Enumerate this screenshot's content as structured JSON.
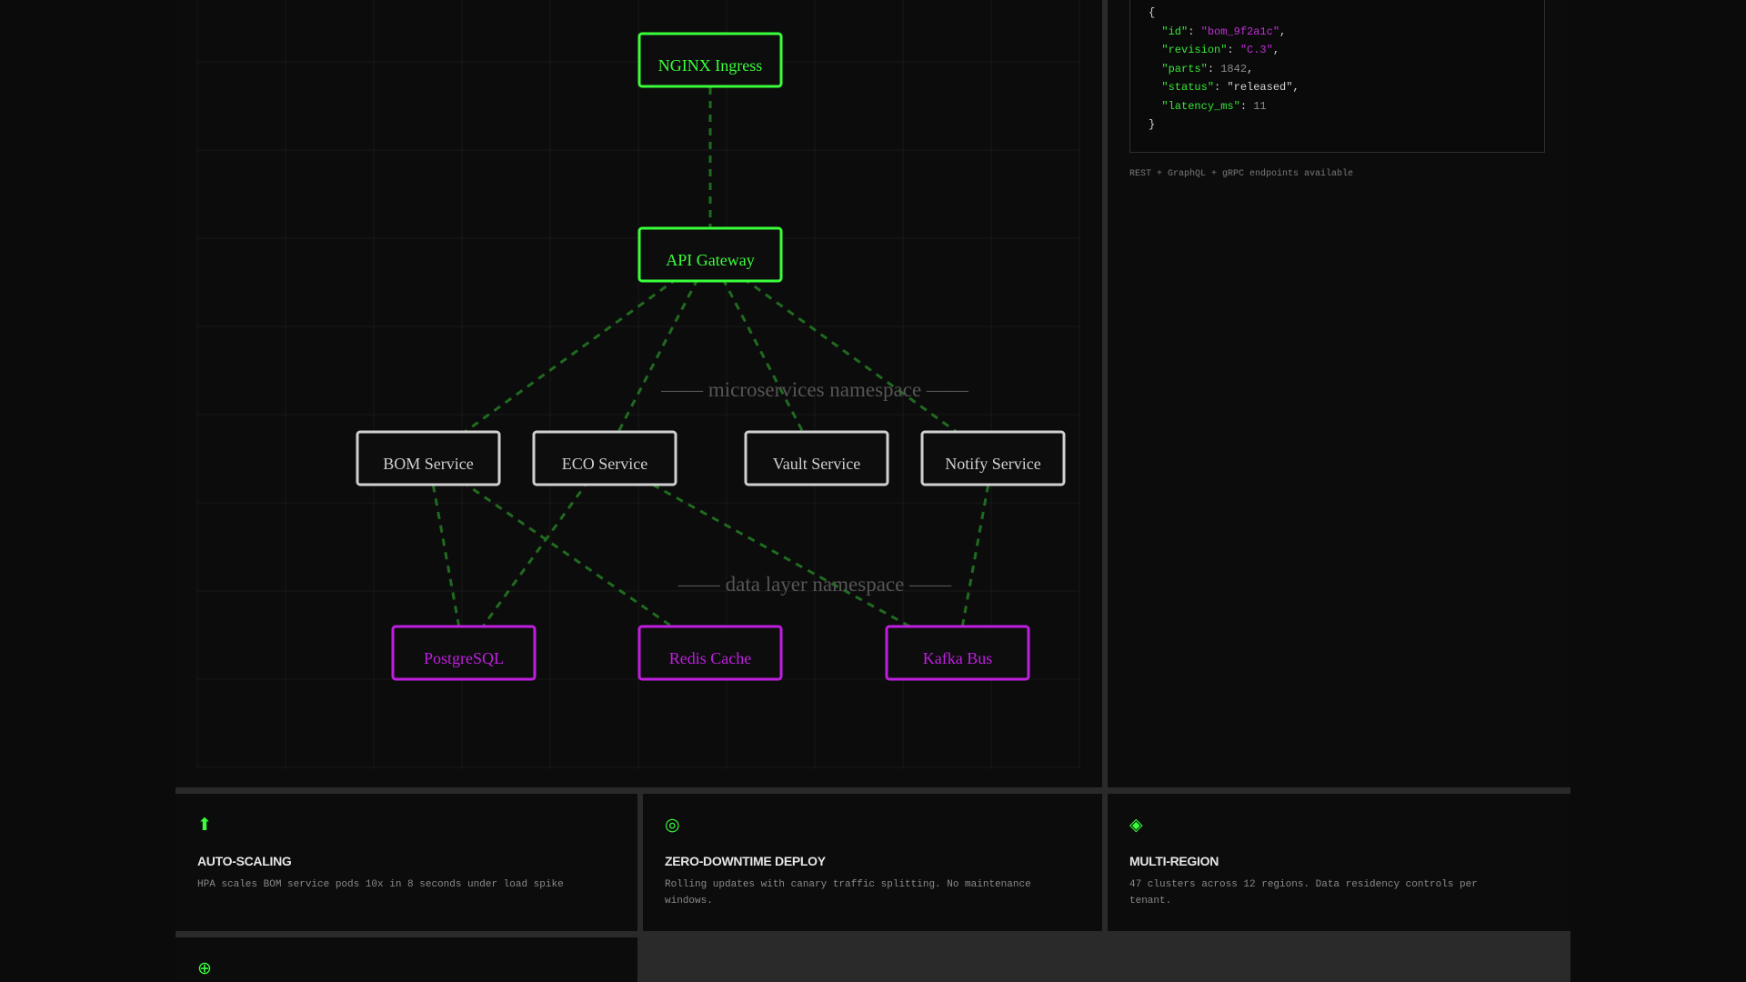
{
  "diagram": {
    "namespace_labels": [
      "—— microservices namespace ——",
      "—— data layer namespace ——"
    ],
    "nodes": [
      {
        "id": "nginx",
        "label": "NGINX Ingress",
        "tier": "edge"
      },
      {
        "id": "gateway",
        "label": "API Gateway",
        "tier": "edge"
      },
      {
        "id": "bom",
        "label": "BOM Service",
        "tier": "service"
      },
      {
        "id": "eco",
        "label": "ECO Service",
        "tier": "service"
      },
      {
        "id": "vault",
        "label": "Vault Service",
        "tier": "service"
      },
      {
        "id": "notify",
        "label": "Notify Service",
        "tier": "service"
      },
      {
        "id": "postgres",
        "label": "PostgreSQL",
        "tier": "data"
      },
      {
        "id": "redis",
        "label": "Redis Cache",
        "tier": "data"
      },
      {
        "id": "kafka",
        "label": "Kafka Bus",
        "tier": "data"
      }
    ],
    "edges": [
      [
        "nginx",
        "gateway"
      ],
      [
        "gateway",
        "bom"
      ],
      [
        "gateway",
        "eco"
      ],
      [
        "gateway",
        "vault"
      ],
      [
        "gateway",
        "notify"
      ],
      [
        "bom",
        "postgres"
      ],
      [
        "bom",
        "redis"
      ],
      [
        "eco",
        "postgres"
      ],
      [
        "eco",
        "kafka"
      ],
      [
        "notify",
        "kafka"
      ]
    ],
    "colors": {
      "edge": "#39ff3a",
      "service": "#d0d0d0",
      "data": "#c01ee0",
      "link": "#1f6b1f",
      "namespace": "#555555"
    }
  },
  "api_response": {
    "lines": [
      {
        "key": "",
        "value": "{",
        "kind": "brace",
        "comma": false
      },
      {
        "key": "\"id\"",
        "value": "\"bom_9f2a1c\"",
        "kind": "string",
        "comma": true
      },
      {
        "key": "\"revision\"",
        "value": "\"C.3\"",
        "kind": "string",
        "comma": true
      },
      {
        "key": "\"parts\"",
        "value": "1842",
        "kind": "number",
        "comma": true
      },
      {
        "key": "\"status\"",
        "value": "\"released\"",
        "kind": "plain",
        "comma": true
      },
      {
        "key": "\"latency_ms\"",
        "value": "11",
        "kind": "number",
        "comma": false
      },
      {
        "key": "",
        "value": "}",
        "kind": "brace",
        "comma": false
      }
    ],
    "note": "REST + GraphQL + gRPC endpoints available"
  },
  "features": [
    {
      "icon": "⬆",
      "title": "AUTO-SCALING",
      "desc": "HPA scales BOM service pods 10x in 8 seconds under load spike"
    },
    {
      "icon": "◎",
      "title": "ZERO-DOWNTIME DEPLOY",
      "desc": "Rolling updates with canary traffic splitting. No maintenance windows."
    },
    {
      "icon": "◈",
      "title": "MULTI-REGION",
      "desc": "47 clusters across 12 regions. Data residency controls per tenant."
    },
    {
      "icon": "⊕"
    }
  ]
}
